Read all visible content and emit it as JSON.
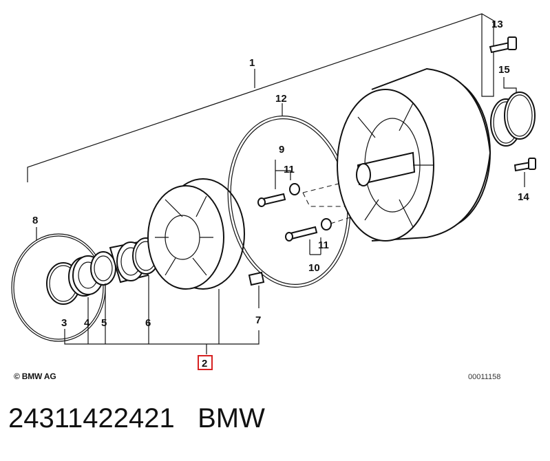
{
  "callouts": {
    "c1": "1",
    "c2": "2",
    "c3": "3",
    "c4": "4",
    "c5": "5",
    "c6": "6",
    "c7": "7",
    "c8": "8",
    "c9": "9",
    "c10": "10",
    "c11a": "11",
    "c11b": "11",
    "c12": "12",
    "c13": "13",
    "c14": "14",
    "c15": "15"
  },
  "highlight_color": "#d62020",
  "footer": {
    "copyright": "© BMW AG",
    "reference_code": "00011158"
  },
  "caption": {
    "part_number": "24311422421",
    "brand": "BMW"
  }
}
